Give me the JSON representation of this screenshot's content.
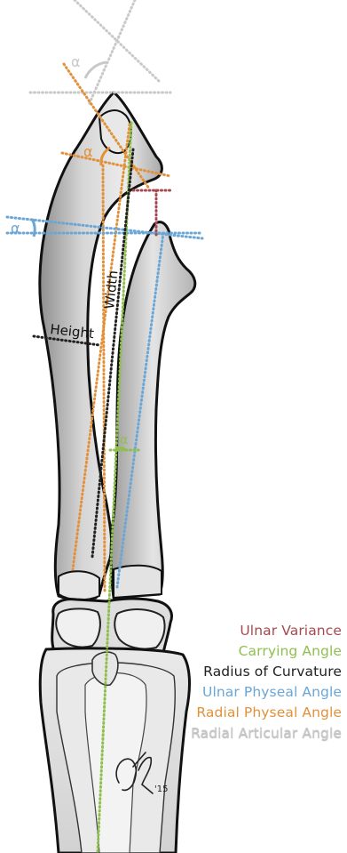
{
  "colors": {
    "ulnar_variance": "#a6484f",
    "carrying_angle": "#8fbf4f",
    "radius_of_curvature": "#222222",
    "ulnar_physeal_angle": "#6aa6d6",
    "radial_physeal_angle": "#e2913b",
    "radial_articular_angle": "#c9c9c9"
  },
  "labels": {
    "alpha": "α",
    "width": "Width",
    "height": "Height",
    "signature": "DMK'15"
  },
  "legend": [
    {
      "text": "Ulnar Variance",
      "color_key": "ulnar_variance"
    },
    {
      "text": "Carrying Angle",
      "color_key": "carrying_angle"
    },
    {
      "text": "Radius of Curvature",
      "color_key": "radius_of_curvature"
    },
    {
      "text": "Ulnar Physeal Angle",
      "color_key": "ulnar_physeal_angle"
    },
    {
      "text": "Radial Physeal Angle",
      "color_key": "radial_physeal_angle"
    },
    {
      "text": "Radial Articular Angle",
      "color_key": "radial_articular_angle"
    }
  ]
}
